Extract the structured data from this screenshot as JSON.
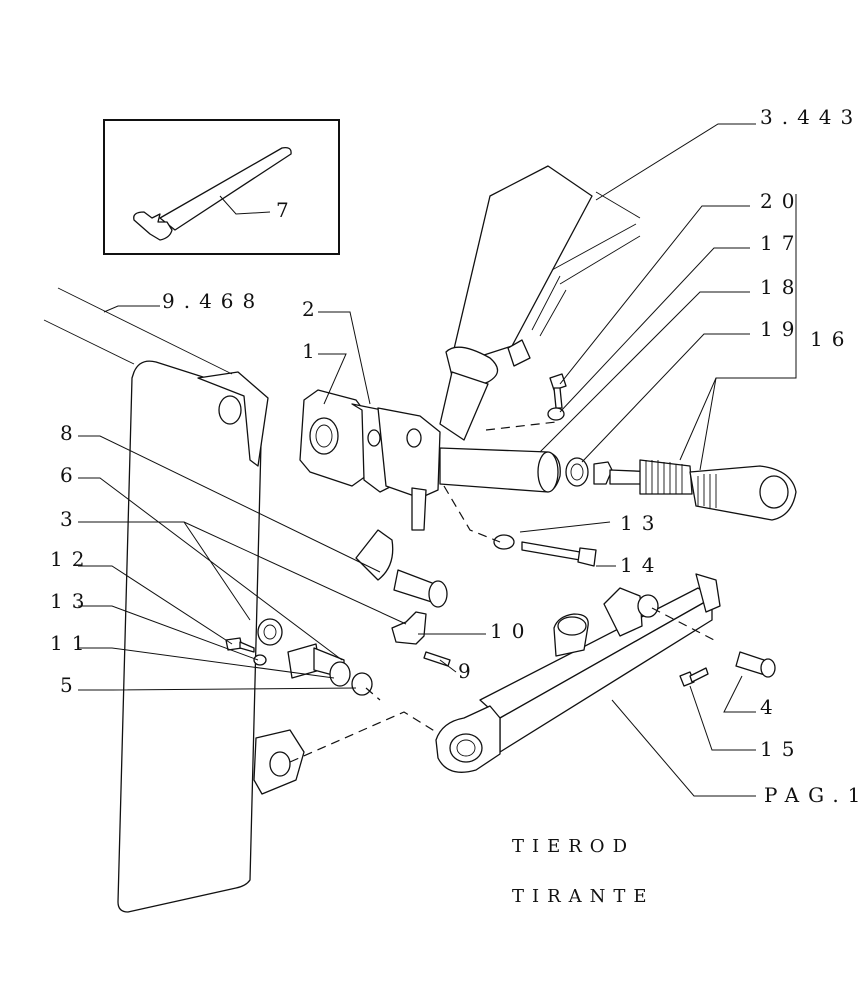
{
  "references": {
    "top_right": "3.443",
    "top_left": "9.468",
    "bottom_right": "PAG.1"
  },
  "parts": {
    "p1": "1",
    "p2": "2",
    "p3": "3",
    "p4": "4",
    "p5": "5",
    "p6": "6",
    "p7": "7",
    "p8": "8",
    "p9": "9",
    "p10": "10",
    "p11": "11",
    "p12": "12",
    "p13a": "13",
    "p13b": "13",
    "p14": "14",
    "p15": "15",
    "p16": "16",
    "p17": "17",
    "p18": "18",
    "p19": "19",
    "p20": "20"
  },
  "title": {
    "line1": "TIEROD",
    "line2": "TIRANTE"
  }
}
